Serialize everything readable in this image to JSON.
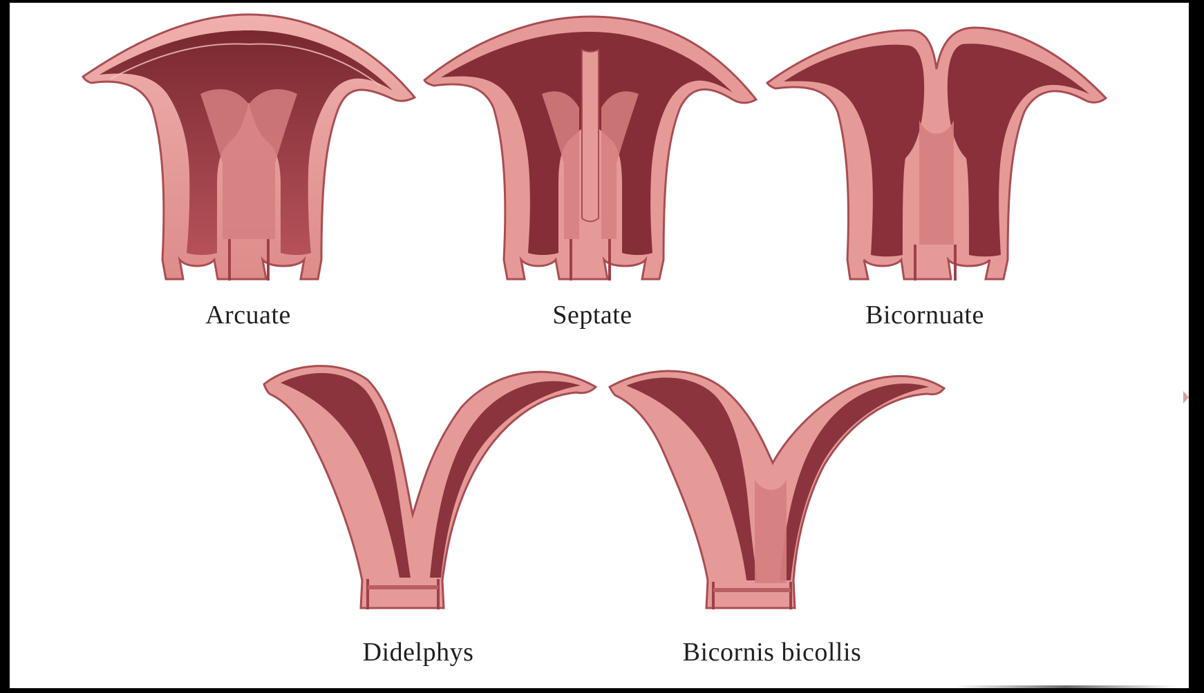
{
  "figures": [
    {
      "id": "arcuate",
      "label": "Arcuate",
      "icon": "arcuate-uterus-icon"
    },
    {
      "id": "septate",
      "label": "Septate",
      "icon": "septate-uterus-icon"
    },
    {
      "id": "bicornuate",
      "label": "Bicornuate",
      "icon": "bicornuate-uterus-icon"
    },
    {
      "id": "didelphys",
      "label": "Didelphys",
      "icon": "didelphys-uterus-icon"
    },
    {
      "id": "bicornis-bicollis",
      "label": "Bicornis bicollis",
      "icon": "bicornis-bicollis-uterus-icon"
    }
  ],
  "colors": {
    "tissue": "#e69a98",
    "tissue_dark": "#b9595c",
    "cavity": "#8e2f36",
    "outline": "#a84d52",
    "page": "#ffffff",
    "frame": "#000000"
  }
}
